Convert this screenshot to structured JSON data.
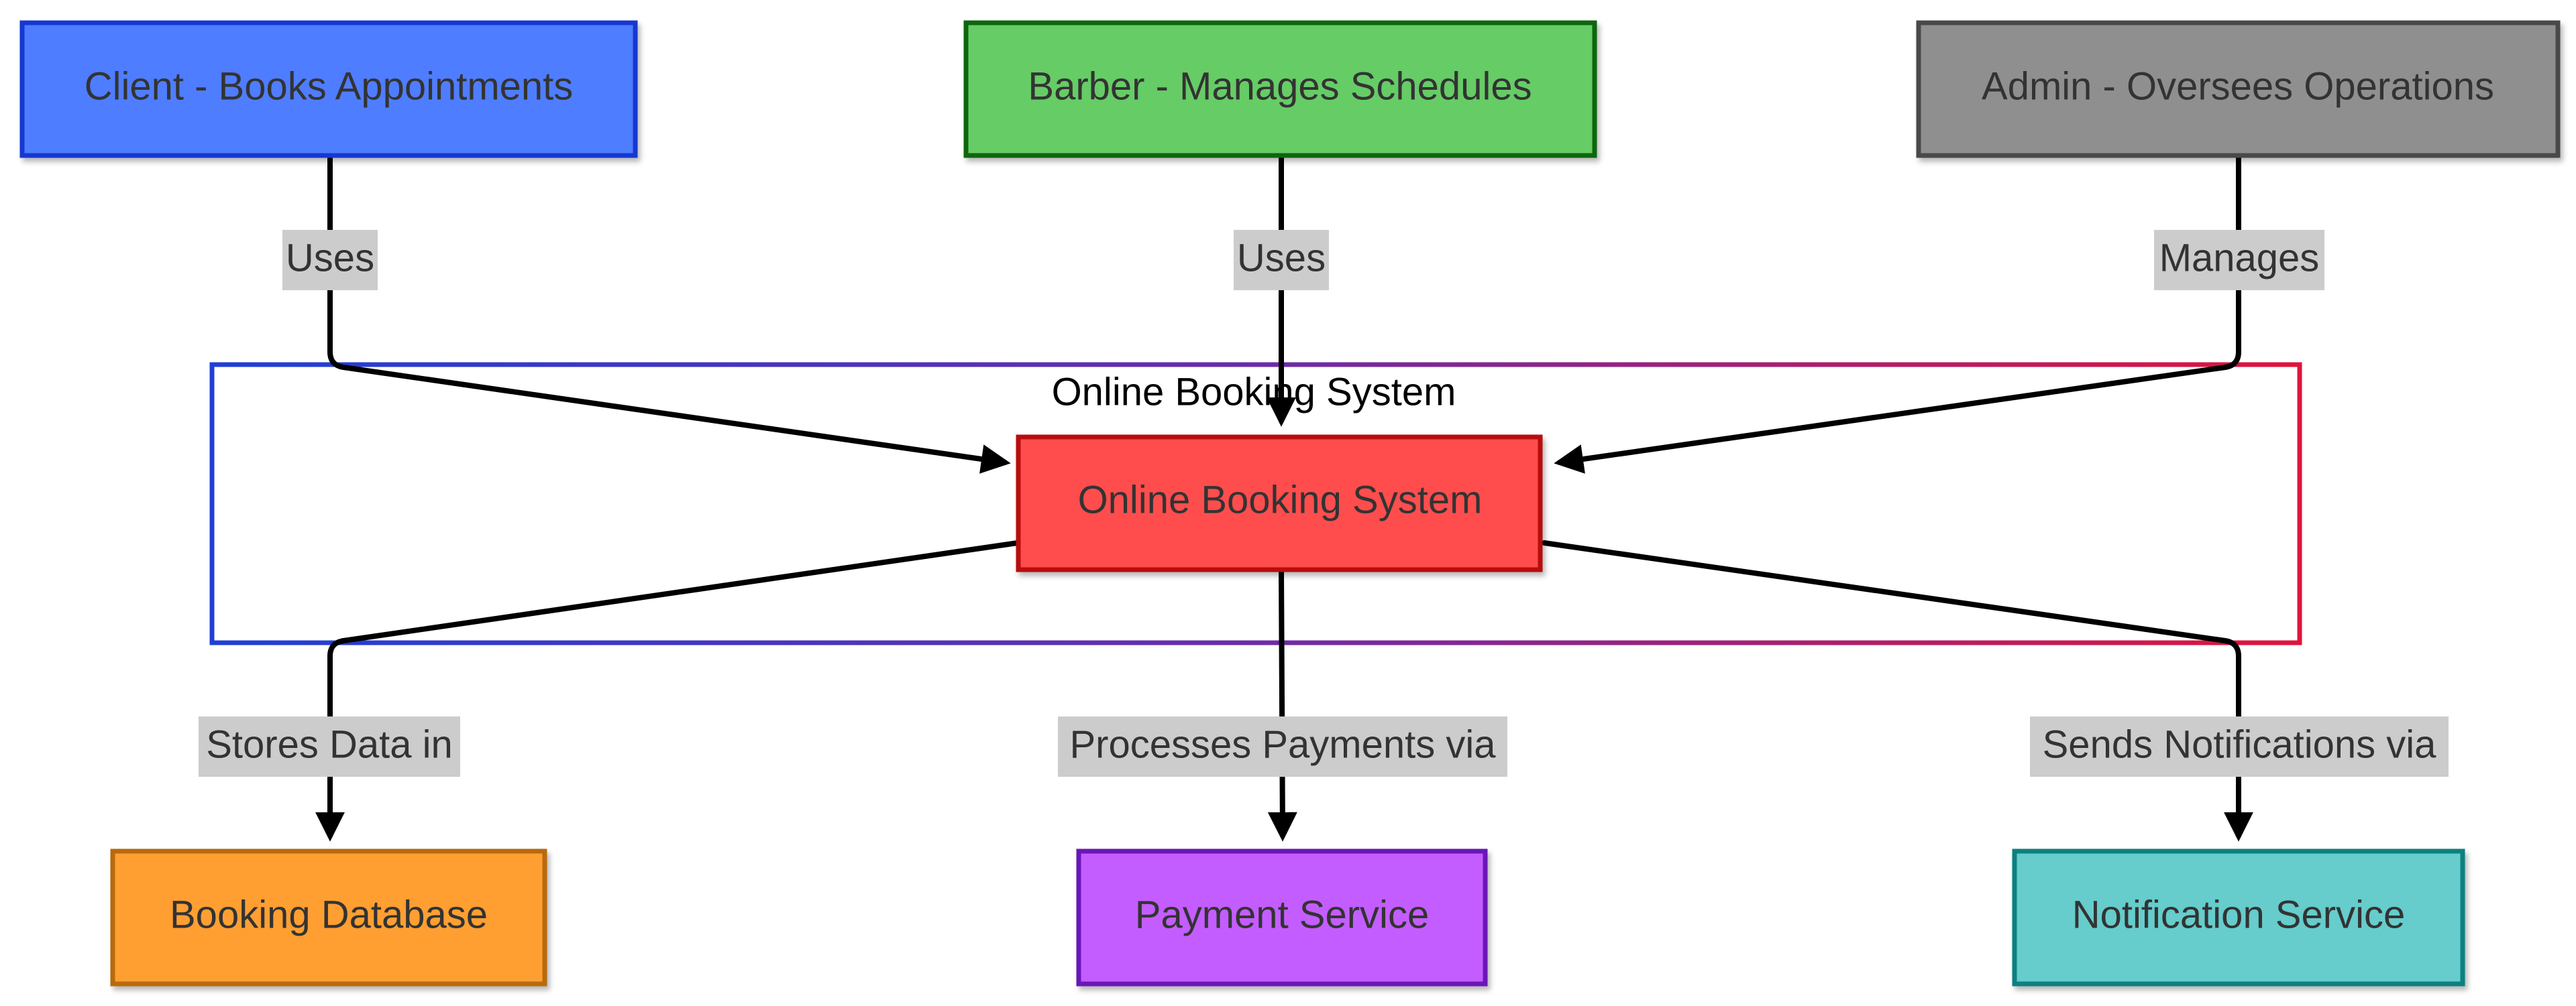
{
  "diagram": {
    "cluster": {
      "label": "Online Booking System",
      "gradient_start": "#1f3fd6",
      "gradient_mid": "#6b2ca8",
      "gradient_end": "#e0143c"
    },
    "nodes": {
      "client": {
        "label": "Client - Books Appointments",
        "fill": "#4f7dff",
        "stroke": "#1539d1"
      },
      "barber": {
        "label": "Barber - Manages Schedules",
        "fill": "#66cc66",
        "stroke": "#116611"
      },
      "admin": {
        "label": "Admin - Oversees Operations",
        "fill": "#8f8f8f",
        "stroke": "#4a4a4a"
      },
      "booking_system": {
        "label": "Online Booking System",
        "fill": "#ff4d4d",
        "stroke": "#b80f0f"
      },
      "database": {
        "label": "Booking Database",
        "fill": "#ff9f33",
        "stroke": "#b86a0a"
      },
      "payment": {
        "label": "Payment Service",
        "fill": "#c45dff",
        "stroke": "#6a14b8"
      },
      "notification": {
        "label": "Notification Service",
        "fill": "#66cccc",
        "stroke": "#118080"
      }
    },
    "edges": {
      "client_uses": {
        "label": "Uses"
      },
      "barber_uses": {
        "label": "Uses"
      },
      "admin_manages": {
        "label": "Manages"
      },
      "stores_data": {
        "label": "Stores Data in"
      },
      "processes_payments": {
        "label": "Processes Payments via"
      },
      "sends_notifications": {
        "label": "Sends Notifications via"
      }
    }
  }
}
